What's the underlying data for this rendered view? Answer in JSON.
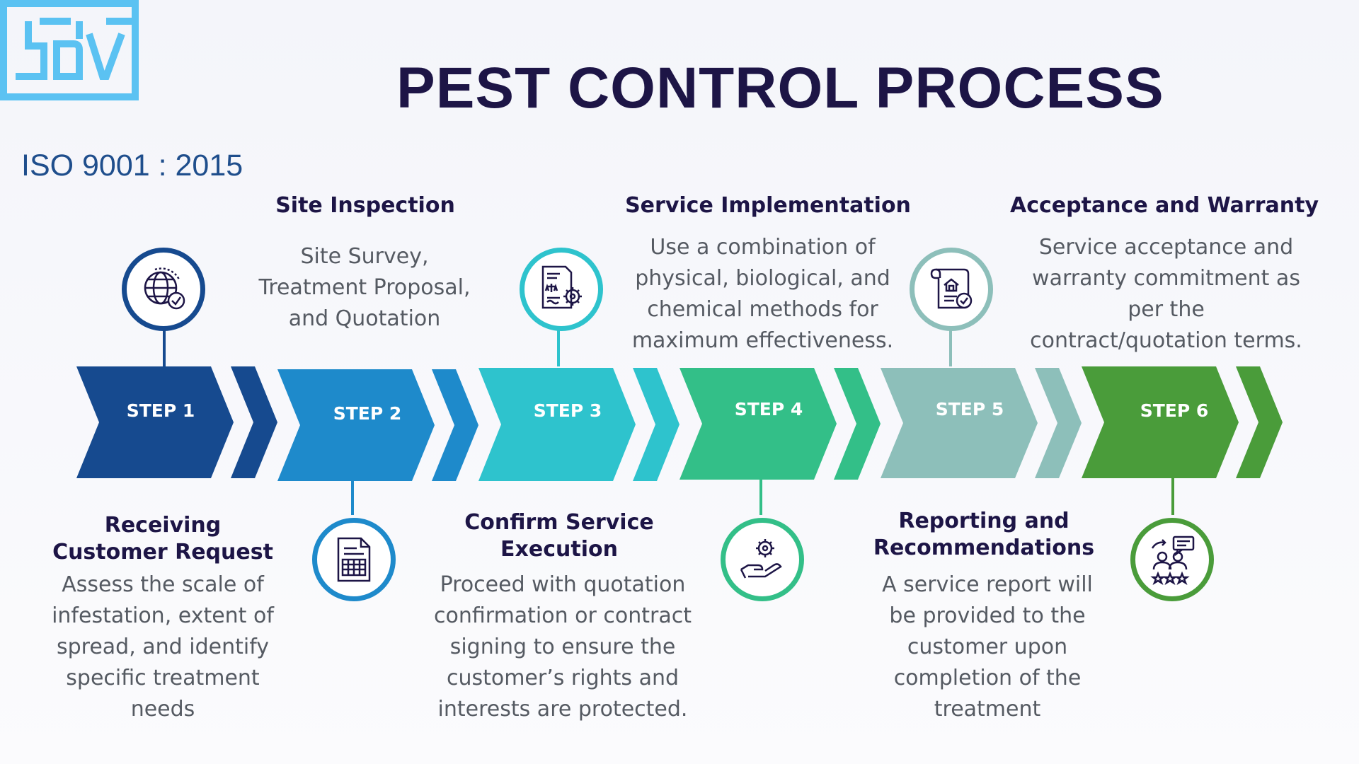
{
  "logo": {
    "name": "SDV logo",
    "color": "#5bc2f2"
  },
  "iso_label": "ISO 9001 : 2015",
  "title": "PEST CONTROL PROCESS",
  "colors": {
    "step1": "#164a8f",
    "step2": "#1e8acb",
    "step3": "#2ec3cd",
    "step4": "#33bf88",
    "step5": "#8dbfba",
    "step6": "#4a9c3a"
  },
  "steps": [
    {
      "label": "STEP 1",
      "heading": "Receiving Customer Request",
      "heading_lines": [
        "Receiving",
        "Customer Request"
      ],
      "description_lines": [
        "Assess the scale of",
        "infestation, extent of",
        "spread, and identify",
        "specific treatment",
        "needs"
      ],
      "icon": "globe-check-icon"
    },
    {
      "label": "STEP 2",
      "heading": "Site Inspection",
      "heading_lines": [
        "Site Inspection"
      ],
      "description_lines": [
        "Site Survey,",
        "Treatment Proposal,",
        "and Quotation"
      ],
      "icon": "document-table-icon"
    },
    {
      "label": "STEP 3",
      "heading": "Confirm Service Execution",
      "heading_lines": [
        "Confirm Service",
        "Execution"
      ],
      "description_lines": [
        "Proceed with quotation",
        "confirmation or contract",
        "signing to ensure the",
        "customer’s rights and",
        "interests are protected."
      ],
      "icon": "contract-scale-gear-icon"
    },
    {
      "label": "STEP 4",
      "heading": "Service Implementation",
      "heading_lines": [
        "Service Implementation"
      ],
      "description_lines": [
        "Use a combination of",
        "physical, biological, and",
        "chemical methods for",
        "maximum effectiveness."
      ],
      "icon": "hand-gear-icon"
    },
    {
      "label": "STEP 5",
      "heading": "Reporting and Recommendations",
      "heading_lines": [
        "Reporting and",
        "Recommendations"
      ],
      "description_lines": [
        "A service report will",
        "be provided to the",
        "customer upon",
        "completion of the",
        "treatment"
      ],
      "icon": "house-report-icon"
    },
    {
      "label": "STEP 6",
      "heading": "Acceptance and Warranty",
      "heading_lines": [
        "Acceptance and Warranty"
      ],
      "description_lines": [
        "Service acceptance and",
        "warranty commitment as",
        "per the",
        "contract/quotation terms."
      ],
      "icon": "people-rating-icon"
    }
  ]
}
